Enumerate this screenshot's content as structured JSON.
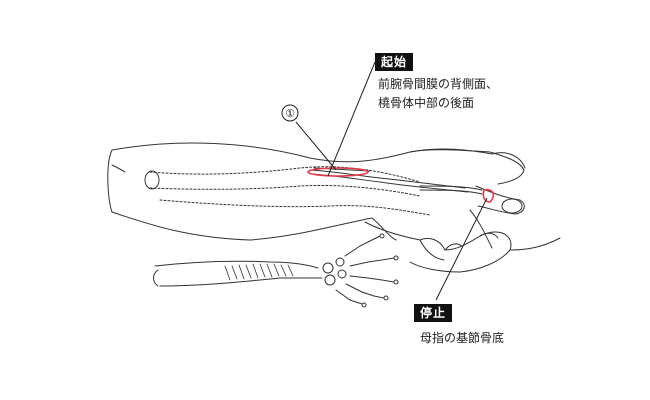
{
  "origin": {
    "badge": "起始",
    "line1": "前腕骨間膜の背側面、",
    "line2": "橈骨体中部の後面"
  },
  "insertion": {
    "badge": "停止",
    "text": "母指の基節骨底"
  },
  "marker": "①",
  "colors": {
    "highlight": "#e23b4a",
    "ink": "#222222",
    "badge_bg": "#111111"
  }
}
